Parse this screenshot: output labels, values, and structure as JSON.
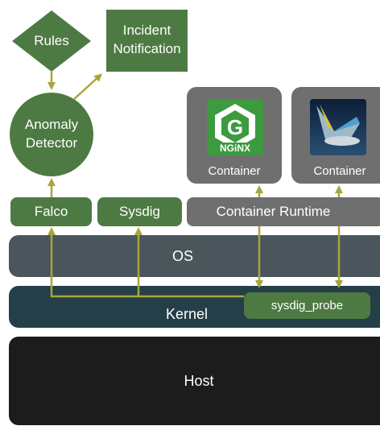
{
  "nodes": {
    "rules": "Rules",
    "incident": "Incident\nNotification",
    "anomaly": "Anomaly\nDetector",
    "falco": "Falco",
    "sysdig": "Sysdig",
    "container_runtime": "Container Runtime",
    "container1": "Container",
    "container2": "Container",
    "os": "OS",
    "kernel": "Kernel",
    "probe": "sysdig_probe",
    "host": "Host"
  },
  "logos": {
    "nginx_text": "NGiNX",
    "nginx_letter": "G"
  },
  "colors": {
    "green": "#4d7a43",
    "arrow": "#a8a63a",
    "gray": "#6f6f6f",
    "os": "#4a555c",
    "kernel": "#243f47",
    "host": "#1c1c1c"
  }
}
